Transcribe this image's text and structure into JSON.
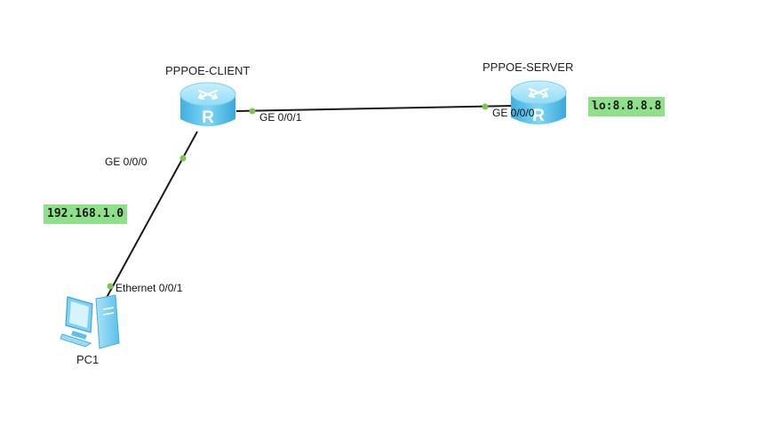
{
  "devices": {
    "client": {
      "name": "PPPOE-CLIENT",
      "icon": "router-icon"
    },
    "server": {
      "name": "PPPOE-SERVER",
      "icon": "router-icon"
    },
    "pc": {
      "name": "PC1",
      "icon": "pc-icon"
    }
  },
  "ports": {
    "client_ge001": "GE 0/0/1",
    "client_ge000": "GE 0/0/0",
    "server_ge000": "GE 0/0/0",
    "pc_eth": "Ethernet 0/0/1"
  },
  "notes": {
    "lan": "192.168.1.0",
    "loopback": "lo:8.8.8.8"
  },
  "colors": {
    "link": "#1a1a1a",
    "port_dot": "#7ec64a",
    "note_bg": "#8fe08a",
    "router_body": "#5fc7ee",
    "router_top": "#a6e2f8"
  }
}
